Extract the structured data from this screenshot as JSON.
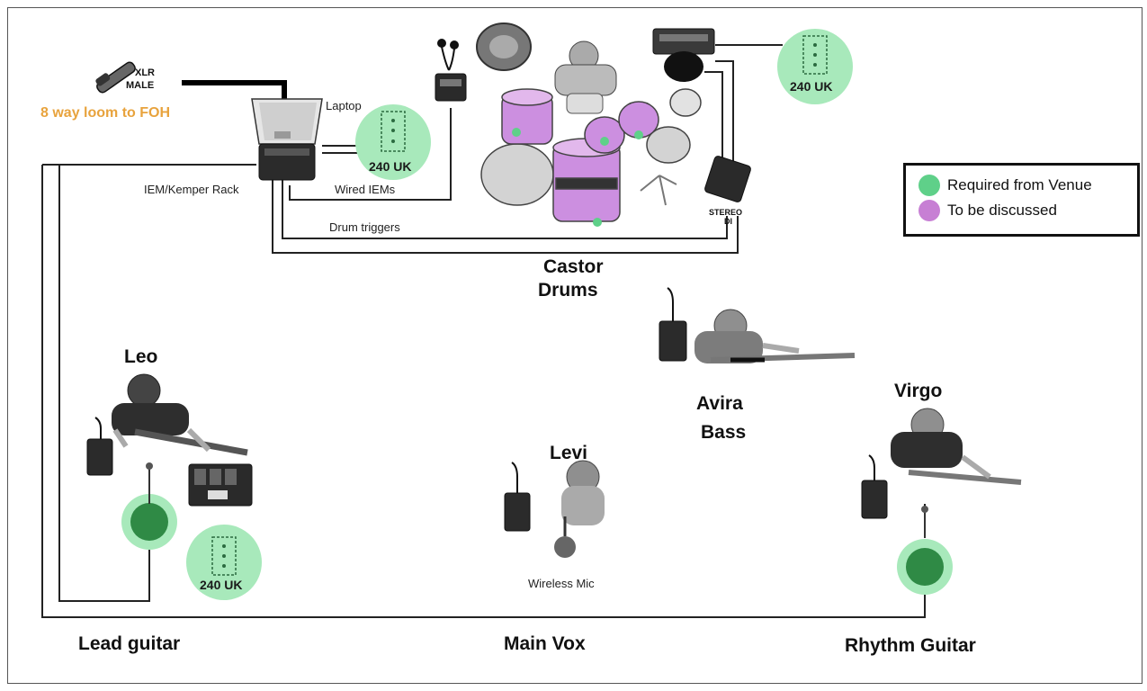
{
  "connectors": {
    "xlr": "XLR",
    "male": "MALE",
    "loom": "8 way loom to FOH",
    "laptop": "Laptop",
    "rack": "IEM/Kemper Rack",
    "wired_iems": "Wired IEMs",
    "drum_triggers": "Drum triggers",
    "stereo": "STEREO",
    "di": "DI",
    "wireless_mic": "Wireless Mic"
  },
  "power": {
    "outlet_label": "240 UK"
  },
  "musicians": {
    "castor": {
      "name": "Castor",
      "role": "Drums"
    },
    "leo": {
      "name": "Leo"
    },
    "avira": {
      "name": "Avira",
      "role": "Bass"
    },
    "virgo": {
      "name": "Virgo"
    },
    "levi": {
      "name": "Levi"
    }
  },
  "zones": {
    "lead": "Lead guitar",
    "vox": "Main Vox",
    "rhythm": "Rhythm Guitar"
  },
  "legend": {
    "required": {
      "label": "Required from Venue",
      "color": "#5fd089"
    },
    "discuss": {
      "label": "To be discussed",
      "color": "#c77fd4"
    }
  },
  "colors": {
    "power_fill": "#a8e9bb",
    "wedge_fill": "#2f8a45",
    "drum_fill": "#cc8fe0"
  }
}
